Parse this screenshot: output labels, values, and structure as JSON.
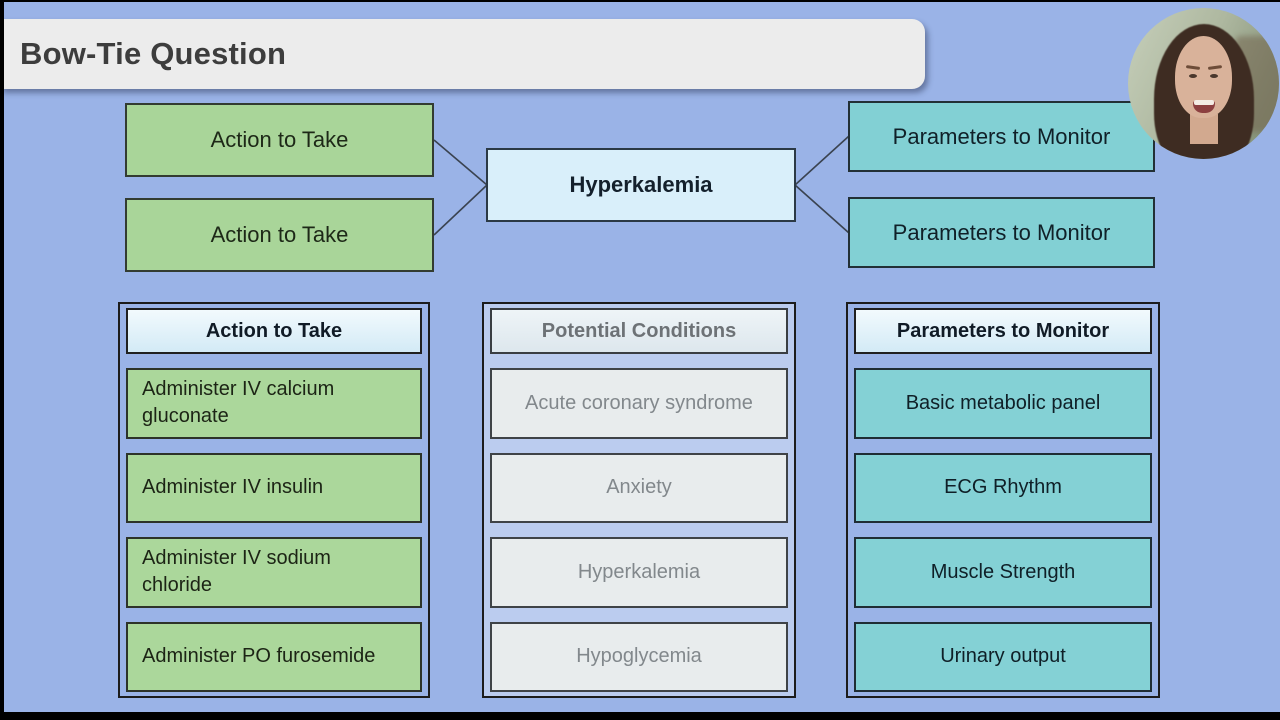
{
  "title": "Bow-Tie Question",
  "diagram": {
    "actions": [
      "Action to Take",
      "Action to Take"
    ],
    "condition": "Hyperkalemia",
    "parameters": [
      "Parameters to Monitor",
      "Parameters to Monitor"
    ]
  },
  "columns": {
    "actions": {
      "header": "Action to Take",
      "items": [
        "Administer IV calcium gluconate",
        "Administer IV insulin",
        "Administer IV sodium chloride",
        "Administer PO furosemide"
      ]
    },
    "conditions": {
      "header": "Potential Conditions",
      "state": "disabled",
      "items": [
        "Acute coronary syndrome",
        "Anxiety",
        "Hyperkalemia",
        "Hypoglycemia"
      ]
    },
    "parameters": {
      "header": "Parameters to Monitor",
      "items": [
        "Basic metabolic panel",
        "ECG Rhythm",
        "Muscle Strength",
        "Urinary output"
      ]
    }
  },
  "colors": {
    "background": "#9ab3e7",
    "action_green": "#abd79b",
    "parameter_teal": "#84d1d5",
    "condition_lightblue": "#d9effa",
    "header_lightblue": "#ddeef8",
    "disabled_gray": "#e8eced",
    "banner_gray": "#ececec"
  }
}
